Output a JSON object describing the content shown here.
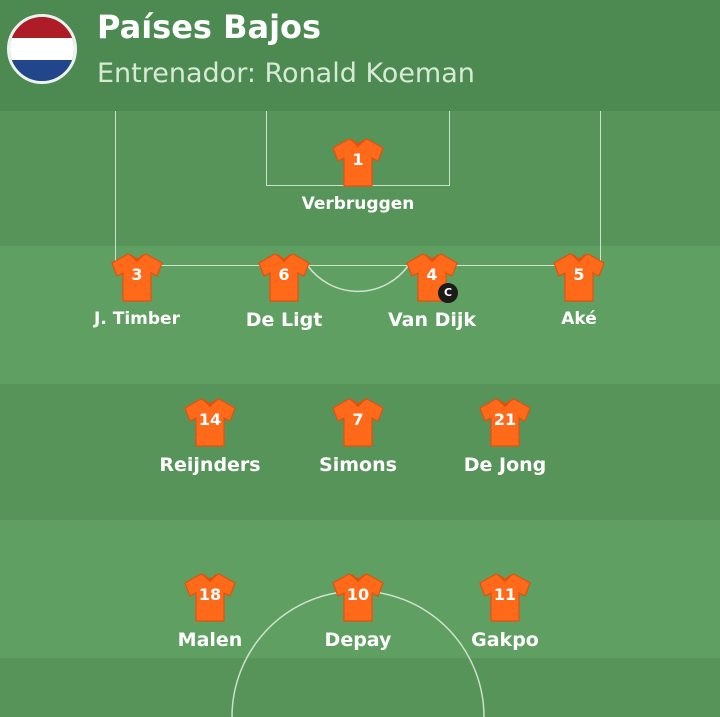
{
  "team": {
    "name": "Países Bajos",
    "coach": "Entrenador: Ronald Koeman",
    "flag_colors": [
      "#ae1c28",
      "#ffffff",
      "#21468b"
    ]
  },
  "colors": {
    "shirt": "#ff6a1a",
    "shirt_shade": "#e5500d",
    "pitch_light": "#5f9f61",
    "pitch_dark": "#57945a",
    "header": "#4c8a52"
  },
  "players": {
    "verbruggen": {
      "number": "1",
      "name": "Verbruggen"
    },
    "timber": {
      "number": "3",
      "name": "J. Timber"
    },
    "de_ligt": {
      "number": "6",
      "name": "De Ligt"
    },
    "van_dijk": {
      "number": "4",
      "name": "Van Dijk",
      "captain_label": "C"
    },
    "ake": {
      "number": "5",
      "name": "Aké"
    },
    "reijnders": {
      "number": "14",
      "name": "Reijnders"
    },
    "simons": {
      "number": "7",
      "name": "Simons"
    },
    "de_jong": {
      "number": "21",
      "name": "De Jong"
    },
    "malen": {
      "number": "18",
      "name": "Malen"
    },
    "depay": {
      "number": "10",
      "name": "Depay"
    },
    "gakpo": {
      "number": "11",
      "name": "Gakpo"
    }
  }
}
